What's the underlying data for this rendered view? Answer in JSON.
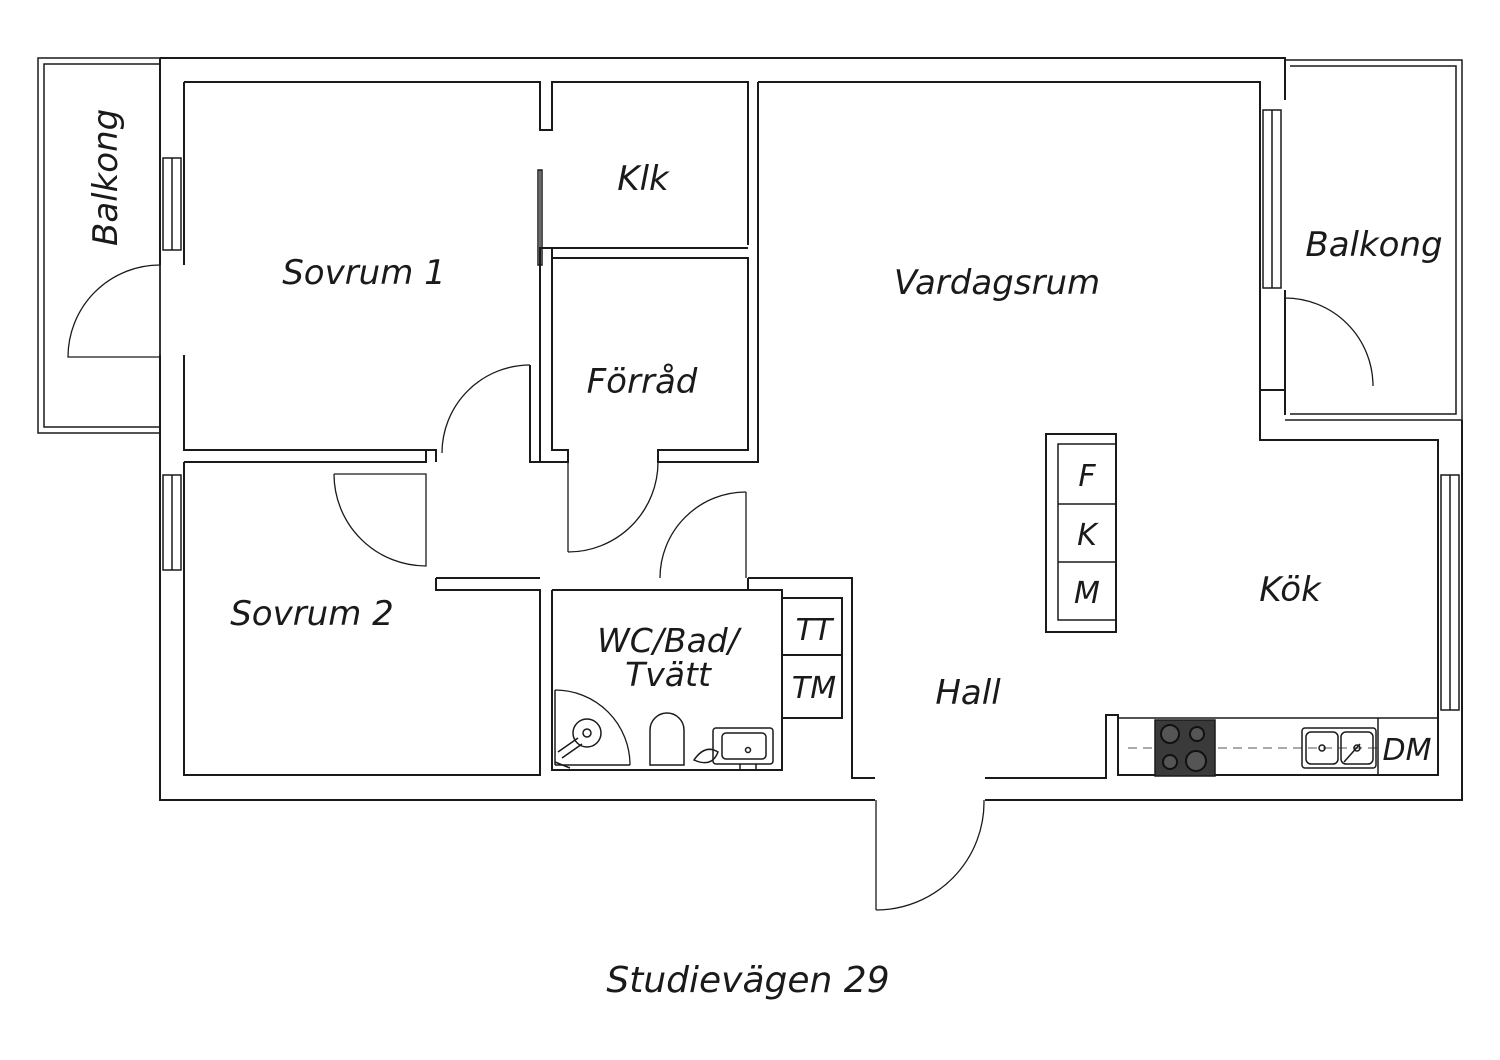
{
  "rooms": {
    "balkong_left": "Balkong",
    "sovrum1": "Sovrum 1",
    "klk": "Klk",
    "forrad": "Förråd",
    "sovrum2": "Sovrum 2",
    "wc_line1": "WC/Bad/",
    "wc_line2": "Tvätt",
    "tt": "TT",
    "tm": "TM",
    "vardagsrum": "Vardagsrum",
    "balkong_right": "Balkong",
    "hall": "Hall",
    "kok": "Kök",
    "dm": "DM"
  },
  "appliances": {
    "f": "F",
    "k": "K",
    "m": "M"
  },
  "caption": "Studievägen 29"
}
